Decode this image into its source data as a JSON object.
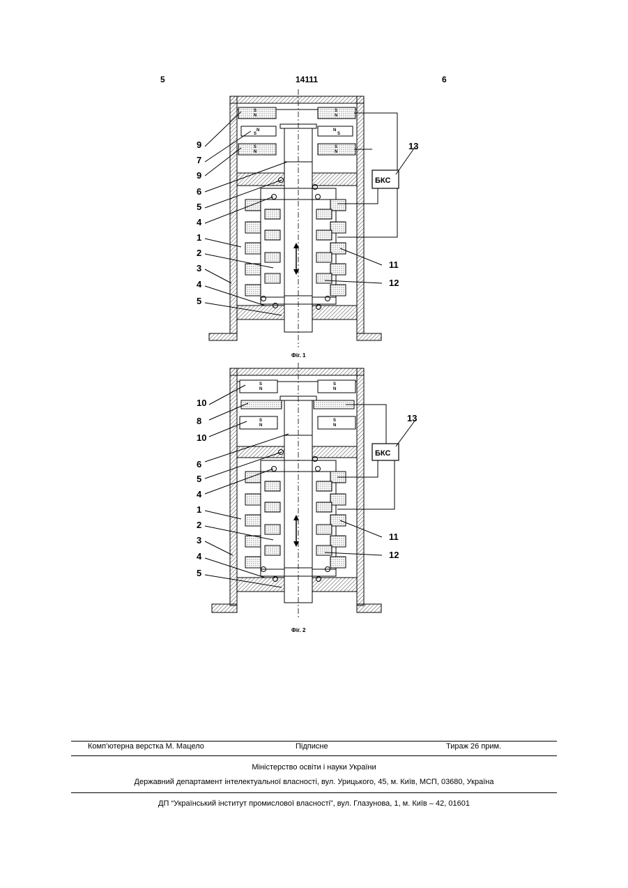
{
  "header": {
    "left": "5",
    "center": "14111",
    "right": "6"
  },
  "fig1": {
    "caption": "Фіг. 1",
    "bks": "БКС",
    "labels_left": [
      "9",
      "7",
      "9",
      "6",
      "5",
      "4",
      "1",
      "2",
      "3",
      "4",
      "5"
    ],
    "labels_right": [
      "13",
      "11",
      "12"
    ],
    "pole_s": "S",
    "pole_n": "N"
  },
  "fig2": {
    "caption": "Фіг. 2",
    "bks": "БКС",
    "labels_left": [
      "10",
      "8",
      "10",
      "6",
      "5",
      "4",
      "1",
      "2",
      "3",
      "4",
      "5"
    ],
    "labels_right": [
      "13",
      "11",
      "12"
    ],
    "pole_s": "S",
    "pole_n": "N"
  },
  "footer": {
    "row1_left": "Комп’ютерна верстка М. Мацело",
    "row1_center": "Підписне",
    "row1_right": "Тираж 26 прим.",
    "row2": "Міністерство освіти і науки України",
    "row3": "Державний департамент інтелектуальної власності, вул. Урицького, 45, м. Київ, МСП, 03680, Україна",
    "row4": "ДП “Український інститут промислової власності”, вул. Глазунова, 1, м. Київ – 42, 01601"
  }
}
